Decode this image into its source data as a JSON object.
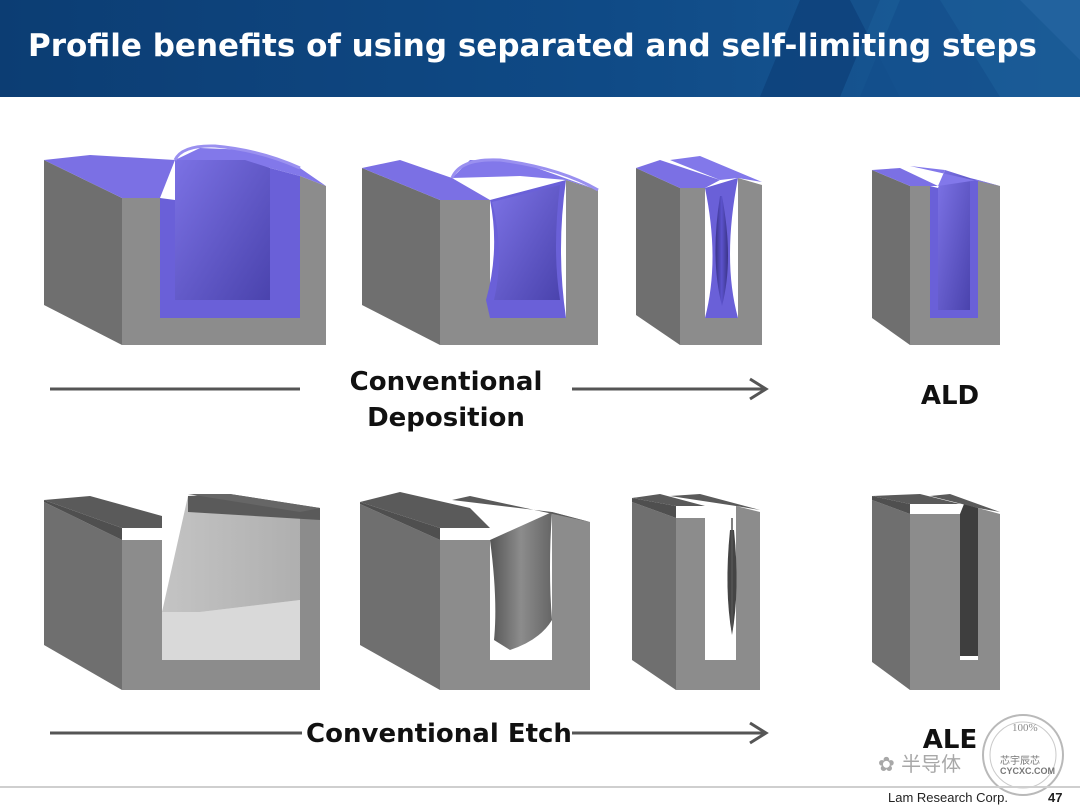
{
  "slide": {
    "title": "Profile benefits of using separated and self-limiting steps"
  },
  "labels": {
    "deposition": "Conventional Deposition",
    "ald": "ALD",
    "etch": "Conventional Etch",
    "ale": "ALE"
  },
  "footer": {
    "company": "Lam Research Corp.",
    "page": "47"
  },
  "watermark": {
    "text": "半导体",
    "stamp_top": "100%",
    "stamp_mid": "芯宇辰芯",
    "stamp_bottom": "CYCXC.COM"
  },
  "colors": {
    "header": "#0f4a86",
    "film": "#6a60d8",
    "film_dark": "#4b43b0",
    "substrate": "#8a8a8a",
    "substrate_side": "#6f6f6f",
    "mask": "#555555",
    "arrow": "#555555"
  },
  "rows": [
    {
      "name": "deposition",
      "stages": [
        "wide-trench-conformal",
        "narrow-trench-overhang",
        "pinch-off-void",
        "ald-conformal"
      ]
    },
    {
      "name": "etch",
      "stages": [
        "wide-trench-flat",
        "bowed-trench",
        "narrow-void",
        "ale-vertical"
      ]
    }
  ]
}
